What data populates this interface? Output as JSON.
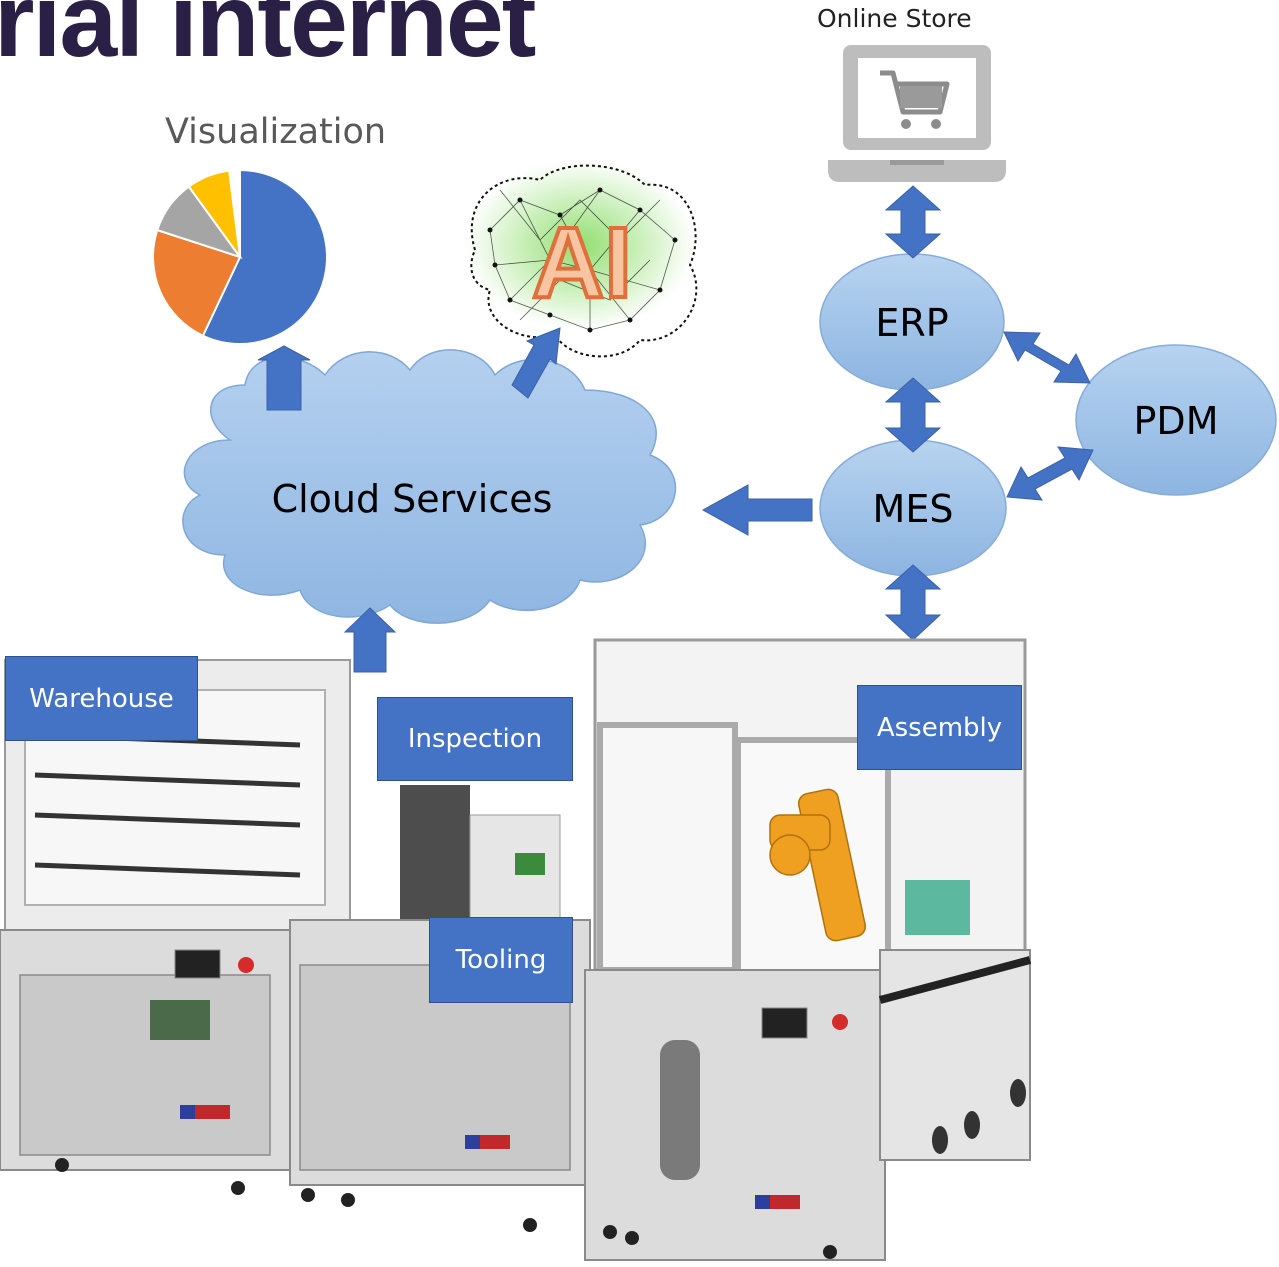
{
  "header": {
    "title": "rial internet"
  },
  "visualization": {
    "label": "Visualization",
    "pie_colors": [
      "#4472c4",
      "#ed7d31",
      "#a5a5a5",
      "#ffc000"
    ],
    "pie_shares": [
      0.57,
      0.23,
      0.1,
      0.08
    ]
  },
  "ai": {
    "label": "AI"
  },
  "online_store": {
    "label": "Online Store",
    "icon": "shopping-cart-icon"
  },
  "nodes": {
    "erp": "ERP",
    "pdm": "PDM",
    "mes": "MES",
    "cloud": "Cloud Services"
  },
  "stations": {
    "warehouse": "Warehouse",
    "inspection": "Inspection",
    "assembly": "Assembly",
    "tooling": "Tooling"
  },
  "colors": {
    "arrow": "#4472c4",
    "node_fill": "#9dc3e6",
    "station_fill": "#4472c4",
    "header_text": "#2a1f45"
  }
}
